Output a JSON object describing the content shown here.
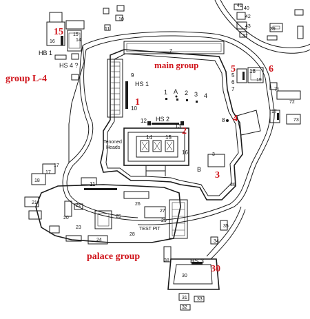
{
  "map": {
    "labels": {
      "main_group": "main group",
      "group_l4": "group L-4",
      "palace_group": "palace group",
      "hs1": "HS 1",
      "hs2": "HS 2",
      "hs3": "HS 3",
      "hs4": "HS 4 ?",
      "hb1": "HB 1",
      "tenoned_heads_1": "Tenoned",
      "tenoned_heads_2": "Heads",
      "test_pit": "TEST PIT",
      "a": "A",
      "b": "B"
    },
    "red_markers": {
      "m1": "1",
      "m2": "2",
      "m3": "3",
      "m4": "4",
      "m5": "5",
      "m6": "6",
      "m15": "15",
      "m30": "30"
    },
    "structure_numbers": {
      "n1": "1",
      "n2": "2",
      "n3": "3",
      "n4": "4",
      "n7": "7",
      "n8": "8",
      "n9": "9",
      "n10": "10",
      "n11": "11",
      "n12": "12",
      "n13": "13",
      "n14": "14",
      "n15": "15",
      "n16": "16",
      "n17": "17",
      "n18": "18",
      "n19": "19",
      "n20": "20",
      "n21": "21",
      "n22": "22",
      "n23": "23",
      "n24": "24",
      "n25": "25",
      "n26": "26",
      "n27": "27",
      "n28": "28",
      "n29": "29",
      "n30": "30",
      "n31": "31",
      "n32": "32",
      "n33": "33",
      "n34": "34",
      "n35": "35",
      "n36": "36",
      "n37": "37",
      "n38": "38",
      "n39": "39",
      "n40": "40",
      "n41": "41",
      "n42": "42",
      "n43": "43",
      "n71": "71",
      "n72": "72",
      "n73": "73",
      "s5": "5",
      "s6": "6",
      "s7": "7",
      "s3": "3",
      "t14": "14",
      "t15": "15",
      "t16": "16",
      "t17": "17"
    }
  }
}
